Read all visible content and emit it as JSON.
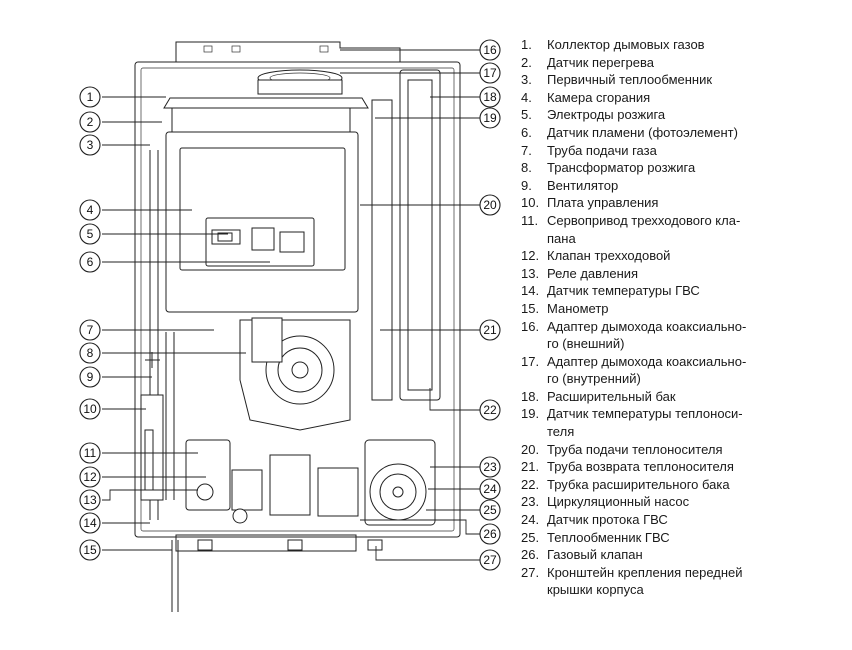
{
  "legend": [
    {
      "num": "1.",
      "text": "Коллектор дымовых газов"
    },
    {
      "num": "2.",
      "text": "Датчик перегрева"
    },
    {
      "num": "3.",
      "text": "Первичный теплообменник"
    },
    {
      "num": "4.",
      "text": "Камера сгорания"
    },
    {
      "num": "5.",
      "text": "Электроды розжига"
    },
    {
      "num": "6.",
      "text": "Датчик пламени (фотоэлемент)"
    },
    {
      "num": "7.",
      "text": "Труба подачи газа"
    },
    {
      "num": "8.",
      "text": "Трансформатор розжига"
    },
    {
      "num": "9.",
      "text": "Вентилятор"
    },
    {
      "num": "10.",
      "text": "Плата управления"
    },
    {
      "num": "11.",
      "text": "Сервопривод трехходового кла- \nпана"
    },
    {
      "num": "12.",
      "text": "Клапан трехходовой"
    },
    {
      "num": "13.",
      "text": "Реле давления"
    },
    {
      "num": "14.",
      "text": "Датчик температуры ГВС"
    },
    {
      "num": "15.",
      "text": "Манометр"
    },
    {
      "num": "16.",
      "text": "Адаптер дымохода коаксиально-\nго (внешний)"
    },
    {
      "num": "17.",
      "text": "Адаптер дымохода коаксиально-\nго (внутренний)"
    },
    {
      "num": "18.",
      "text": "Расширительный бак"
    },
    {
      "num": "19.",
      "text": "Датчик температуры теплоноси-\nтеля"
    },
    {
      "num": "20.",
      "text": "Труба подачи теплоносителя"
    },
    {
      "num": "21.",
      "text": "Труба возврата теплоносителя"
    },
    {
      "num": "22.",
      "text": "Трубка расширительного бака"
    },
    {
      "num": "23.",
      "text": "Циркуляционный насос"
    },
    {
      "num": "24.",
      "text": "Датчик протока ГВС"
    },
    {
      "num": "25.",
      "text": "Теплообменник ГВС"
    },
    {
      "num": "26.",
      "text": "Газовый клапан"
    },
    {
      "num": "27.",
      "text": "Кронштейн крепления передней\nкрышки корпуса"
    }
  ],
  "callouts": [
    "1",
    "2",
    "3",
    "4",
    "5",
    "6",
    "7",
    "8",
    "9",
    "10",
    "11",
    "12",
    "13",
    "14",
    "15",
    "16",
    "17",
    "18",
    "19",
    "20",
    "21",
    "22",
    "23",
    "24",
    "25",
    "26",
    "27"
  ]
}
